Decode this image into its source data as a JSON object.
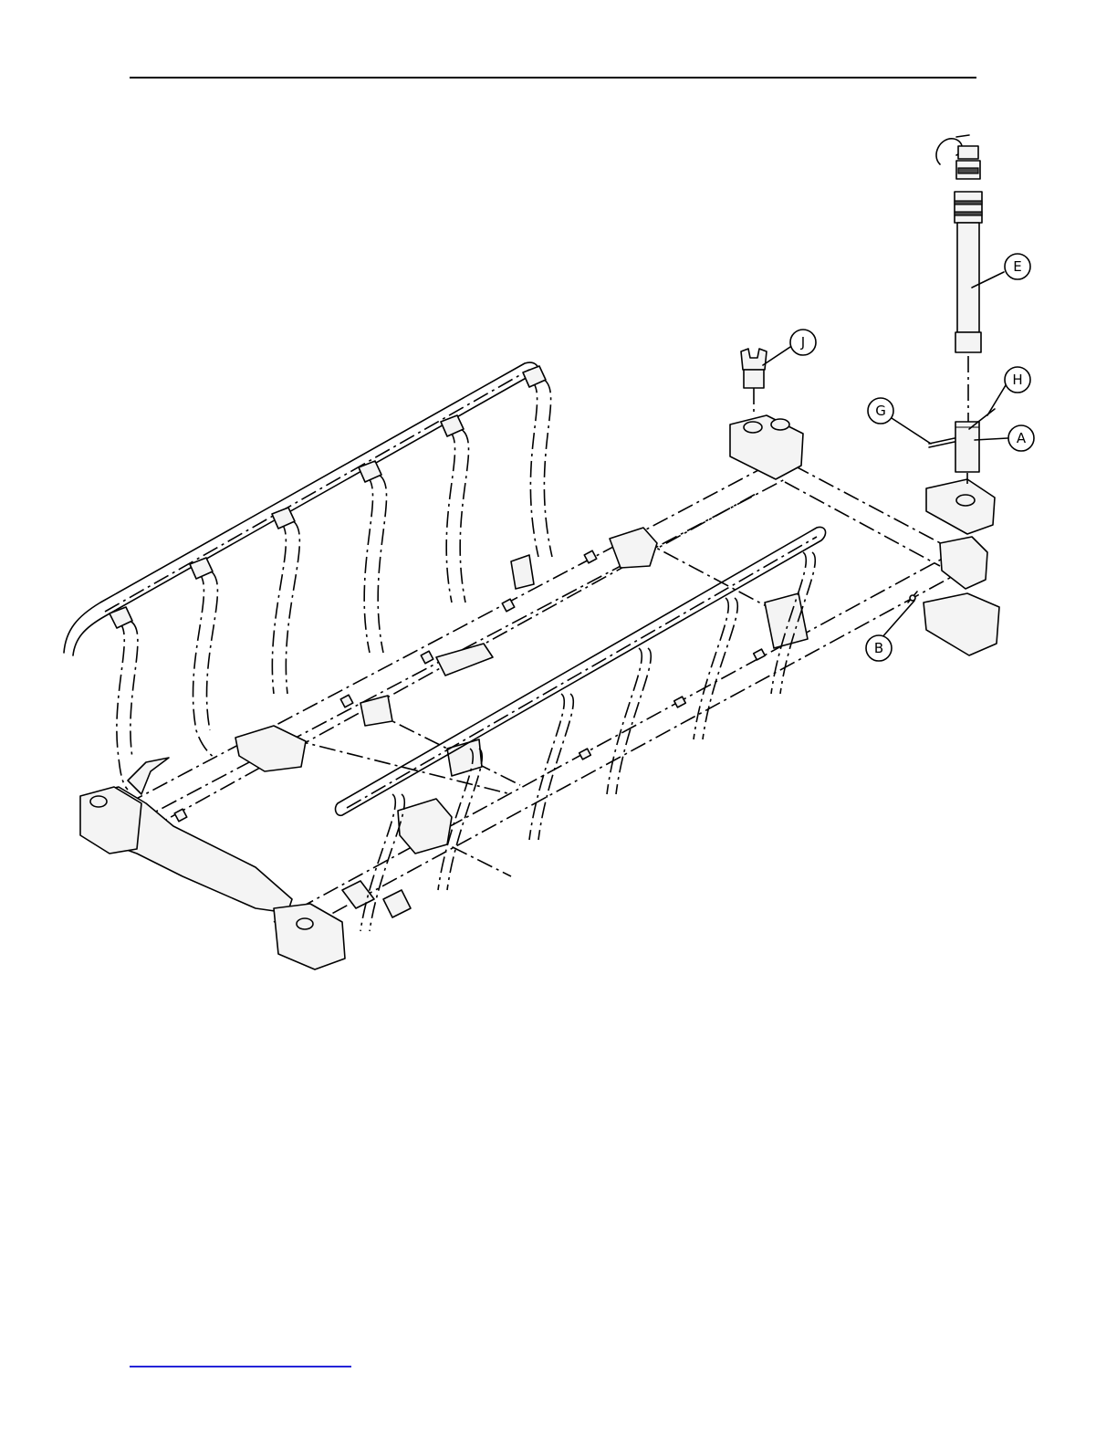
{
  "callouts": [
    {
      "id": "E",
      "label": "E"
    },
    {
      "id": "J",
      "label": "J"
    },
    {
      "id": "H",
      "label": "H"
    },
    {
      "id": "G",
      "label": "G"
    },
    {
      "id": "A",
      "label": "A"
    },
    {
      "id": "B",
      "label": "B"
    }
  ],
  "colors": {
    "line": "#000000",
    "footer_link": "#2323d8"
  }
}
